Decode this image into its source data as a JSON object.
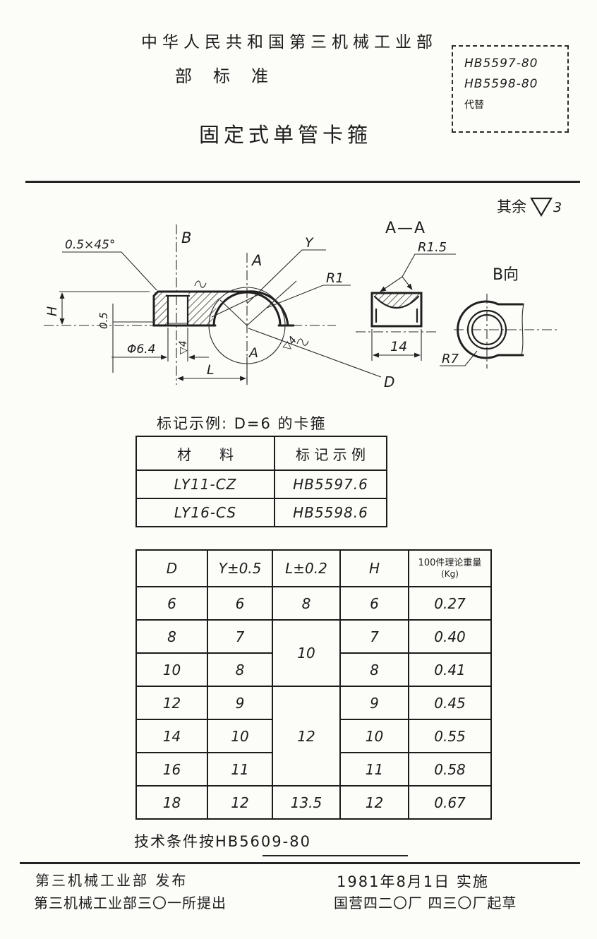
{
  "header": {
    "org_line": "中华人民共和国第三机械工业部",
    "doc_type_label": "部标准",
    "title": "固定式单管卡箍",
    "standard_box": {
      "code_1": "HB5597-80",
      "code_2": "HB5598-80",
      "replaces_label": "代替"
    }
  },
  "drawing": {
    "roughness_note": {
      "prefix": "其余",
      "grade": "3"
    },
    "main_view": {
      "section_b_label": "B",
      "section_a_label": "A",
      "section_a_label_lower": "A",
      "chamfer_label": "0.5×45°",
      "height_label": "H",
      "step_label": "0.5",
      "hole_dia_label": "Φ6.4",
      "length_label": "L",
      "surface_label": "Y",
      "fillet_label": "R1",
      "tube_dia_label": "D",
      "finish_mark_hole": "▽4",
      "finish_mark_saddle": "▽4"
    },
    "section_aa": {
      "title": "A—A",
      "fillet_label": "R1.5",
      "width_label": "14"
    },
    "view_b": {
      "title": "B向",
      "radius_label": "R7"
    }
  },
  "marking_example": {
    "caption": "标记示例: D=6 的卡箍",
    "headers": {
      "material": "材　　料",
      "example": "标 记 示 例"
    },
    "rows": [
      {
        "material": "LY11-CZ",
        "example": "HB5597.6"
      },
      {
        "material": "LY16-CS",
        "example": "HB5598.6"
      }
    ]
  },
  "dimensions_table": {
    "headers": {
      "d": "D",
      "y": "Y±0.5",
      "l": "L±0.2",
      "h": "H",
      "weight_line1": "100件理论重量",
      "weight_line2": "(Kg)"
    },
    "rows": [
      {
        "d": "6",
        "y": "6",
        "l": "8",
        "h": "6",
        "weight": "0.27"
      },
      {
        "d": "8",
        "y": "7",
        "l": "10",
        "h": "7",
        "weight": "0.40"
      },
      {
        "d": "10",
        "y": "8",
        "h": "8",
        "weight": "0.41"
      },
      {
        "d": "12",
        "y": "9",
        "l": "12",
        "h": "9",
        "weight": "0.45"
      },
      {
        "d": "14",
        "y": "10",
        "h": "10",
        "weight": "0.55"
      },
      {
        "d": "16",
        "y": "11",
        "h": "11",
        "weight": "0.58"
      },
      {
        "d": "18",
        "y": "12",
        "l": "13.5",
        "h": "12",
        "weight": "0.67"
      }
    ]
  },
  "tech_note": "技术条件按HB5609-80",
  "footer": {
    "issued_by": "第三机械工业部 发布",
    "proposed_by": "第三机械工业部三〇一所提出",
    "effective_date": "1981年8月1日 实施",
    "drafted_by": "国营四二〇厂 四三〇厂起草"
  }
}
